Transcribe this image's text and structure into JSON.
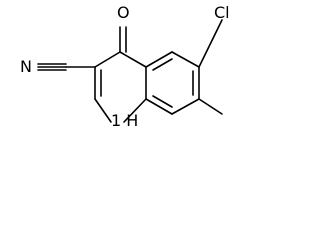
{
  "molecule": {
    "atoms": {
      "oxygen": "O",
      "chlorine": "Cl",
      "nitrogen_nitrile": "N",
      "ring_nitrogen": "H",
      "ring_nitrogen_number": "1"
    }
  }
}
